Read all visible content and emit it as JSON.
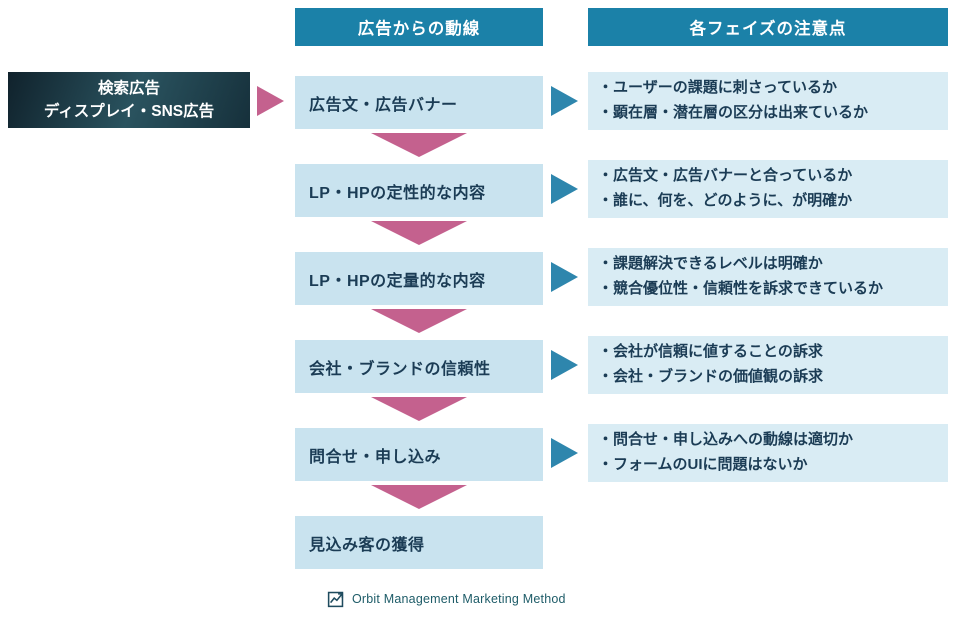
{
  "diagram": {
    "headers": {
      "funnel": "広告からの動線",
      "notes": "各フェイズの注意点"
    },
    "source": {
      "line1": "検索広告",
      "line2": "ディスプレイ・SNS広告"
    },
    "rows": [
      {
        "step": "広告文・広告バナー",
        "notes": [
          "・ユーザーの課題に刺さっているか",
          "・顕在層・潜在層の区分は出来ているか"
        ]
      },
      {
        "step": "LP・HPの定性的な内容",
        "notes": [
          "・広告文・広告バナーと合っているか",
          "・誰に、何を、どのように、が明確か"
        ]
      },
      {
        "step": "LP・HPの定量的な内容",
        "notes": [
          "・課題解決できるレベルは明確か",
          "・競合優位性・信頼性を訴求できているか"
        ]
      },
      {
        "step": "会社・ブランドの信頼性",
        "notes": [
          "・会社が信頼に値することの訴求",
          "・会社・ブランドの価値観の訴求"
        ]
      },
      {
        "step": "問合せ・申し込み",
        "notes": [
          "・問合せ・申し込みへの動線は適切か",
          "・フォームのUIに問題はないか"
        ]
      },
      {
        "step": "見込み客の獲得",
        "notes": []
      }
    ],
    "footer": {
      "brand": "Orbit Management Marketing Method",
      "icon": "line-chart-icon"
    },
    "colors": {
      "header_bg": "#1b81a8",
      "step_bg": "#c9e3ef",
      "note_bg": "#d9ecf4",
      "arrow_pink": "#c4618e",
      "arrow_blue": "#2e86ad",
      "text_dark": "#1b3c55",
      "source_bg_dark": "#10222c",
      "source_bg_light": "#2a535f",
      "text_white": "#ffffff",
      "brand_text": "#1e5c68"
    }
  }
}
